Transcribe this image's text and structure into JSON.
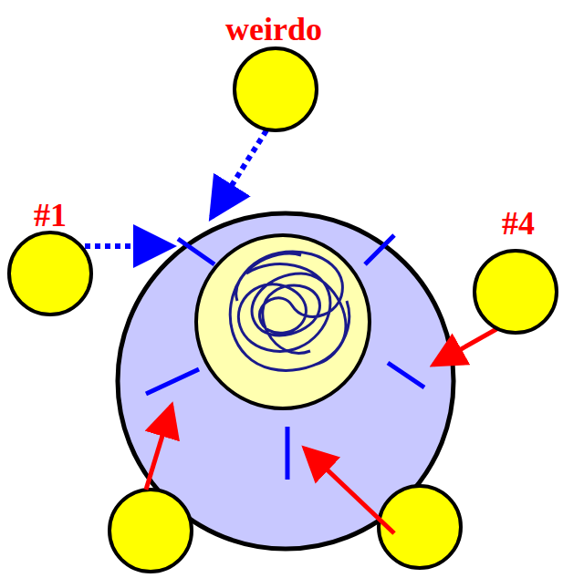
{
  "diagram": {
    "nodes": [
      {
        "text": [
          "weirdo"
        ]
      },
      {
        "text": [
          "#1"
        ]
      },
      {
        "text": [
          "#4"
        ]
      }
    ]
  }
}
